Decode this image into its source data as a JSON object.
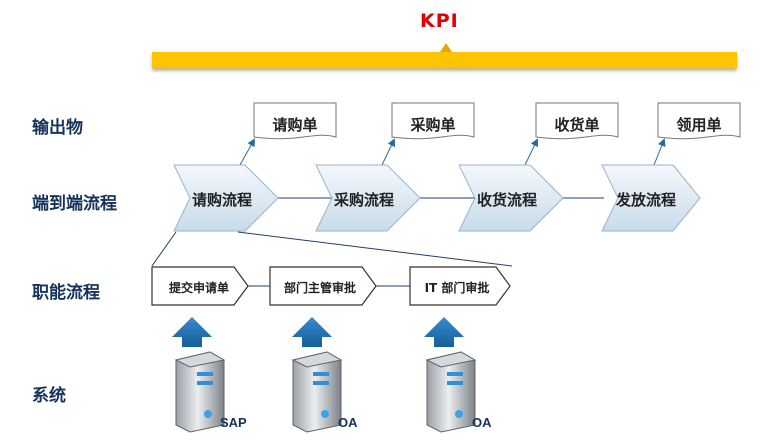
{
  "kpi": {
    "label": "KPI",
    "color": "#e00000",
    "bar_color": "#ffc400"
  },
  "rows": {
    "outputs": "输出物",
    "end_to_end": "端到端流程",
    "functional": "职能流程",
    "system": "系统"
  },
  "outputs": [
    "请购单",
    "采购单",
    "收货单",
    "领用单"
  ],
  "end_to_end_steps": [
    "请购流程",
    "采购流程",
    "收货流程",
    "发放流程"
  ],
  "functional_steps": [
    "提交申请单",
    "部门主管审批",
    "IT 部门审批"
  ],
  "systems": [
    "SAP",
    "OA",
    "OA"
  ],
  "colors": {
    "label": "#16325c",
    "chevron_fill": "#dde9f3",
    "arrow": "#1f6fae"
  }
}
